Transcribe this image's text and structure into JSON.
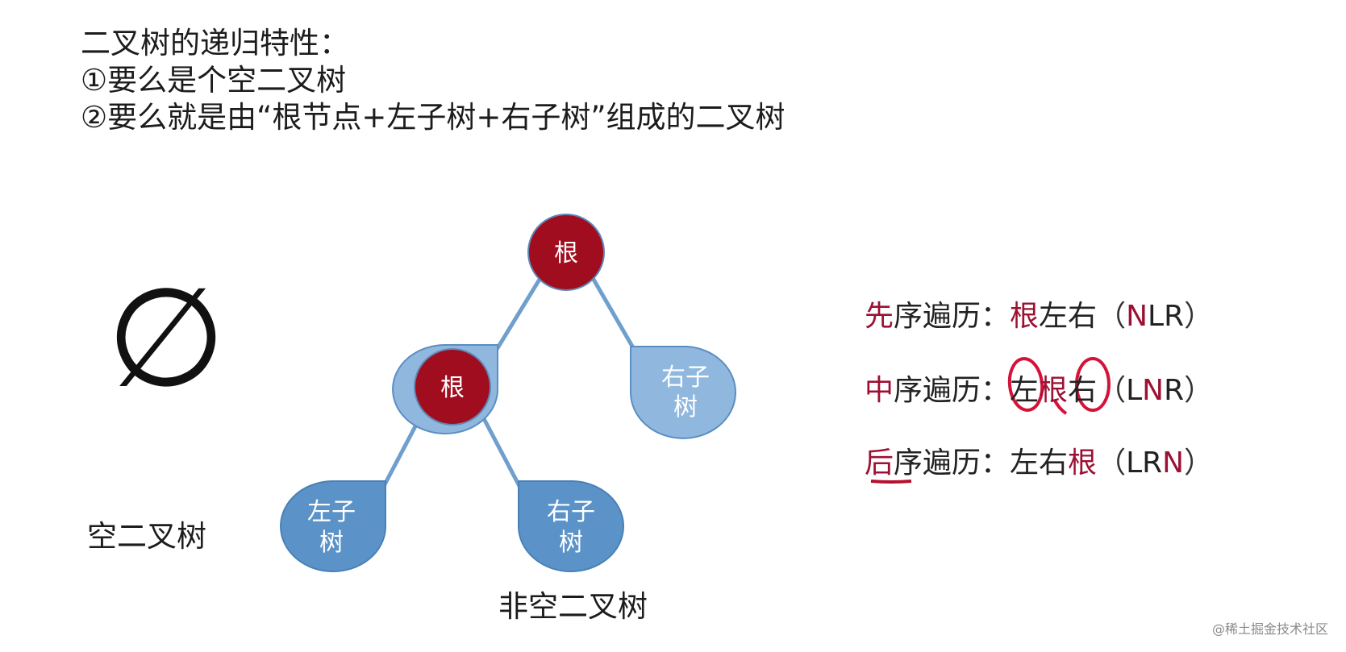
{
  "heading": {
    "line1": "二叉树的递归特性：",
    "line2": "①要么是个空二叉树",
    "line3": "②要么就是由“根节点+左子树+右子树”组成的二叉树"
  },
  "empty_tree": {
    "symbol": "∅",
    "caption": "空二叉树"
  },
  "nonempty_tree": {
    "caption": "非空二叉树",
    "root_label": "根",
    "sub_root_label": "根",
    "right_subtree_label": [
      "右子",
      "树"
    ],
    "left_left_label": [
      "左子",
      "树"
    ],
    "left_right_label": [
      "右子",
      "树"
    ]
  },
  "traversals": [
    {
      "prefix": "先",
      "rest": "序遍历：",
      "order": [
        {
          "t": "根",
          "red": true
        },
        {
          "t": "左右",
          "red": false
        }
      ],
      "code_open": "（",
      "code": [
        {
          "t": "N",
          "red": true
        },
        {
          "t": "LR",
          "red": false
        }
      ],
      "code_close": "）"
    },
    {
      "prefix": "中",
      "rest": "序遍历：",
      "order": [
        {
          "t": "左",
          "red": false
        },
        {
          "t": "根",
          "red": true
        },
        {
          "t": "右",
          "red": false
        }
      ],
      "code_open": "（",
      "code": [
        {
          "t": "L",
          "red": false
        },
        {
          "t": "N",
          "red": true
        },
        {
          "t": "R",
          "red": false
        }
      ],
      "code_close": "）"
    },
    {
      "prefix": "后",
      "rest": "序遍历：",
      "order": [
        {
          "t": "左右",
          "red": false
        },
        {
          "t": "根",
          "red": true
        }
      ],
      "code_open": "（",
      "code": [
        {
          "t": "LR",
          "red": false
        },
        {
          "t": "N",
          "red": true
        }
      ],
      "code_close": "）"
    }
  ],
  "colors": {
    "root_fill": "#a00d1e",
    "subtree_fill": "#5b93c9",
    "subtree_light_fill": "#90b8de",
    "edge": "#6f9fcc",
    "accent_red": "#9c1133",
    "annotation_red": "#d4123a"
  },
  "watermark": "@稀土掘金技术社区"
}
